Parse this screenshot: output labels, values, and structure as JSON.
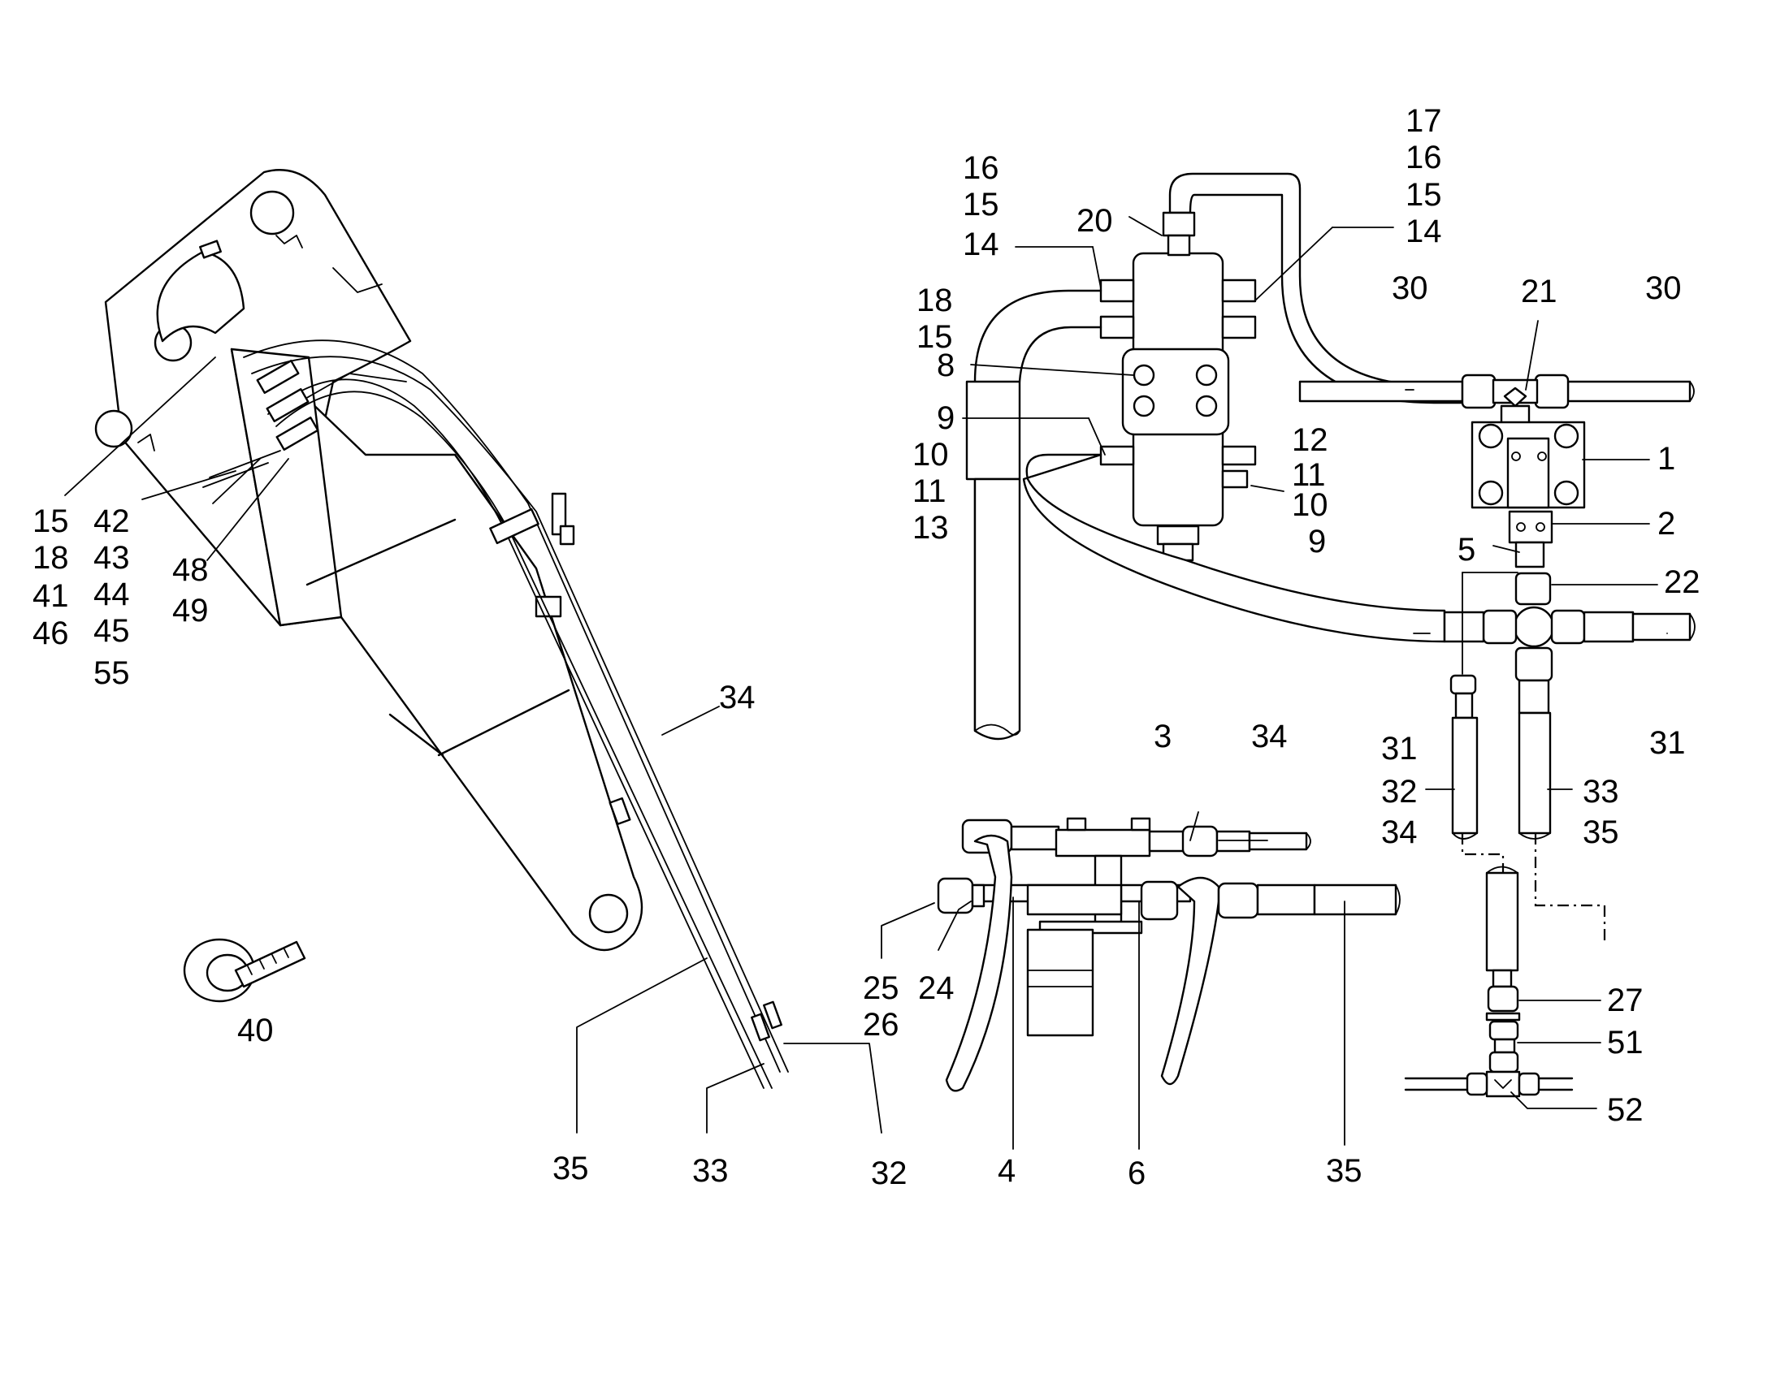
{
  "diagram": {
    "callouts": {
      "boom_head_left": [
        "15",
        "18",
        "41",
        "46"
      ],
      "boom_head_mid": [
        "42",
        "43",
        "44",
        "45",
        "55"
      ],
      "boom_head_bracket": [
        "48",
        "49"
      ],
      "boom_line_34": "34",
      "boom_line_35": "35",
      "boom_line_33": "33",
      "boom_line_32": "32",
      "clip_40": "40",
      "valve_top_left": [
        "16",
        "15",
        "14"
      ],
      "valve_left_mid": [
        "18",
        "15"
      ],
      "valve_8": "8",
      "valve_left_low": [
        "9",
        "10",
        "11",
        "13"
      ],
      "valve_20": "20",
      "valve_top_right": [
        "17",
        "16",
        "15",
        "14"
      ],
      "valve_right_low": [
        "12",
        "11",
        "10",
        "9"
      ],
      "tee_30_left": "30",
      "tee_21": "21",
      "tee_30_right": "30",
      "block_1": "1",
      "block_2": "2",
      "block_5": "5",
      "cross_22": "22",
      "pipe_31_left": "31",
      "pipe_31_right": "31",
      "hose_32_34": [
        "32",
        "34"
      ],
      "hose_33_35": [
        "33",
        "35"
      ],
      "mount_3": "3",
      "mount_34": "34",
      "mount_25_26": [
        "25",
        "26"
      ],
      "mount_24": "24",
      "mount_4": "4",
      "mount_6": "6",
      "mount_35": "35",
      "fit_27": "27",
      "fit_51": "51",
      "fit_52": "52"
    }
  }
}
